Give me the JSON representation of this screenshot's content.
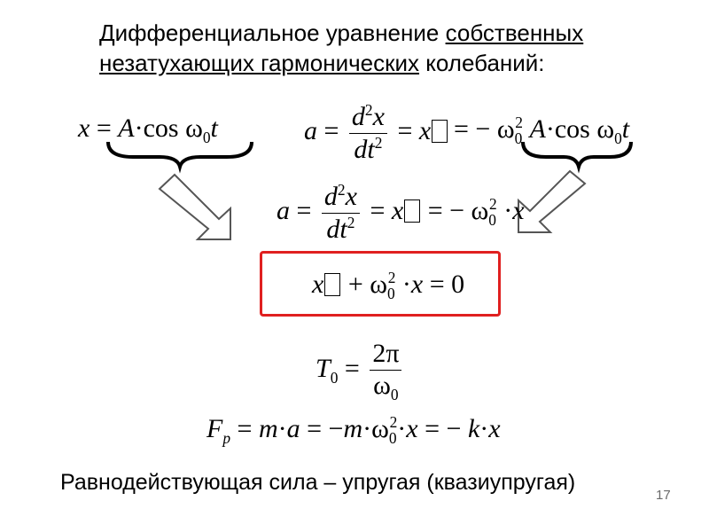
{
  "title": {
    "part1": "Дифференциальное уравнение ",
    "part2": "собственных",
    "part3": "незатухающих гармонических",
    "part4": " колебаний:"
  },
  "equations": {
    "eq1": {
      "lhs": "x",
      "op": "=",
      "a": "A",
      "dot": "·",
      "cos": "cos",
      "omega": "ω",
      "sub0": "0",
      "t": "t"
    },
    "eq2": {
      "a": "a",
      "eq": "=",
      "d": "d",
      "sup2": "2",
      "x": "x",
      "dt": "dt",
      "eq2": "=",
      "xvar": "x"
    },
    "eq3": {
      "eq": "= −",
      "omega": "ω",
      "sub0": "0",
      "sup2": "2",
      "a": "A",
      "dot": "·",
      "cos": "cos",
      "omega2": "ω",
      "sub02": "0",
      "t": "t"
    },
    "eq4": {
      "a": "a",
      "eq": "=",
      "d": "d",
      "sup2": "2",
      "x": "x",
      "dt": "dt",
      "eq2": "=",
      "xvar": "x",
      "eq3": "= −",
      "omega": "ω",
      "sub0": "0",
      "dot": "·",
      "x2": "x"
    },
    "eq5": {
      "xvar": "x",
      "plus": "+",
      "omega": "ω",
      "sub0": "0",
      "sup2": "2",
      "dot": "·",
      "x": "x",
      "eq": "= 0"
    },
    "eq6": {
      "T": "T",
      "sub0": "0",
      "eq": "=",
      "num": "2π",
      "omega": "ω",
      "sub0b": "0"
    },
    "eq7": {
      "F": "F",
      "subp": "p",
      "eq1": "=",
      "m1": "m",
      "dot": "·",
      "a": "a",
      "eq2": "= −",
      "m2": "m",
      "omega": "ω",
      "sub0": "0",
      "sup2": "2",
      "x": "x",
      "eq3": "= −",
      "k": "k",
      "x2": "x"
    }
  },
  "bottom_text": "Равнодействующая сила – упругая (квазиупругая)",
  "page_number": "17",
  "colors": {
    "highlight_box": "#e02020",
    "arrow_fill": "#ffffff",
    "arrow_stroke": "#555555"
  }
}
